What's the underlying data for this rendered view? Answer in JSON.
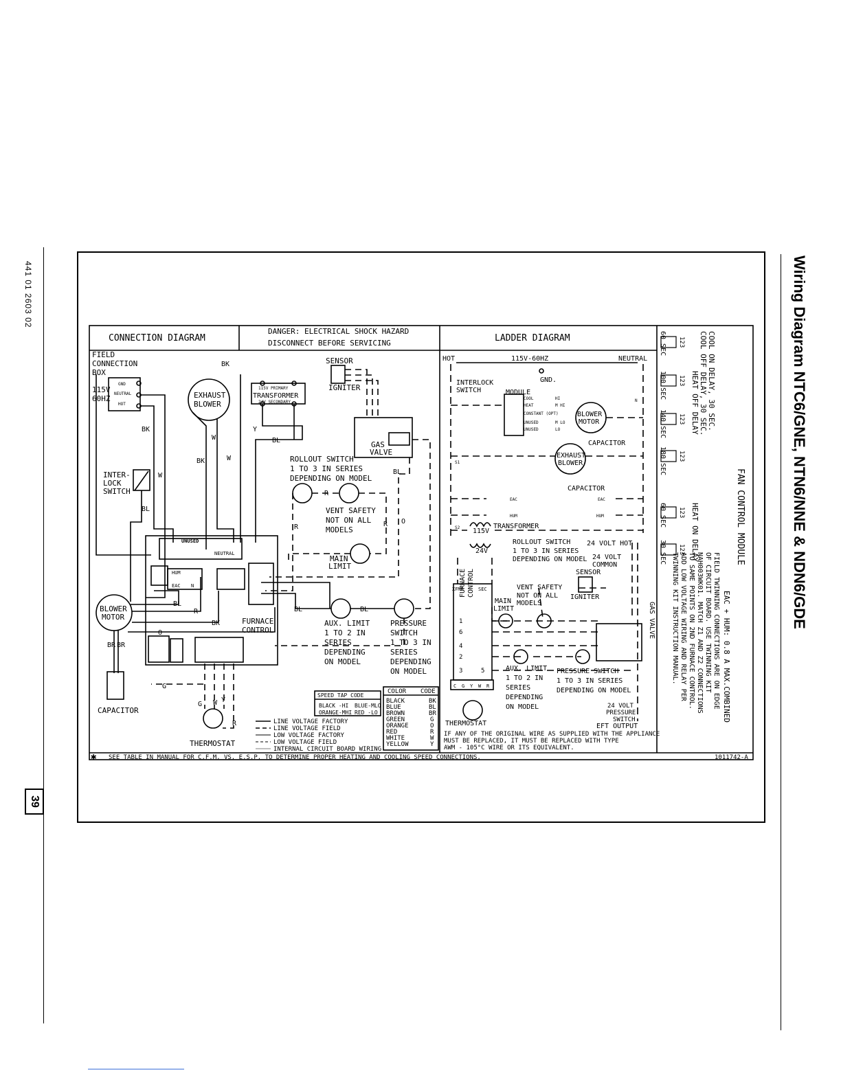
{
  "page": {
    "doc_code": "441 01 2603 02",
    "page_number": "39",
    "title": "Wiring Diagram NTC6/GNE, NTN6/NNE & NDN6/GDE"
  },
  "connection": {
    "title": "CONNECTION DIAGRAM",
    "danger_1": "DANGER: ELECTRICAL SHOCK HAZARD",
    "danger_2": "DISCONNECT BEFORE SERVICING",
    "field_box": [
      "FIELD",
      "CONNECTION",
      "BOX"
    ],
    "voltage": [
      "115V",
      "60HZ"
    ],
    "box_terms": [
      "GND",
      "NEUTRAL",
      "HOT"
    ],
    "exhaust_blower": [
      "EXHAUST",
      "BLOWER"
    ],
    "transformer": "TRANSFORMER",
    "xfmr_primary": "115V PRIMARY",
    "xfmr_secondary": "24V SECONDARY",
    "sensor": "SENSOR",
    "igniter": "IGNITER",
    "gas_valve": [
      "GAS",
      "VALVE"
    ],
    "rollout": [
      "ROLLOUT SWITCH",
      "1 TO 3 IN SERIES",
      "DEPENDING ON MODEL"
    ],
    "vent_safety": [
      "VENT SAFETY",
      "NOT ON ALL",
      "MODELS"
    ],
    "main_limit": [
      "MAIN",
      "LIMIT"
    ],
    "interlock": [
      "INTER-",
      "LOCK",
      "SWITCH"
    ],
    "unused": "UNUSED",
    "neutral": "NEUTRAL",
    "board_terms": [
      "EAC",
      "HUM",
      "N"
    ],
    "furnace_control": [
      "FURNACE",
      "CONTROL"
    ],
    "blower_motor": [
      "BLOWER",
      "MOTOR"
    ],
    "aux_limit": [
      "AUX. LIMIT",
      "1 TO 2 IN",
      "SERIES",
      "DEPENDING",
      "ON MODEL"
    ],
    "pressure_switch": [
      "PRESSURE",
      "SWITCH",
      "1 TO 3 IN",
      "SERIES",
      "DEPENDING",
      "ON MODEL"
    ],
    "capacitor": "CAPACITOR",
    "thermostat": "THERMOSTAT",
    "wire_labels": [
      "BK",
      "BK",
      "BK",
      "W",
      "W",
      "W",
      "BL",
      "BL",
      "BL",
      "BL",
      "Y",
      "R",
      "R",
      "R",
      "O",
      "G",
      "BR",
      "BR",
      "BK",
      "BL",
      "BL",
      "R",
      "O",
      "G",
      "W",
      "Y",
      "R"
    ],
    "speed_tap": {
      "title": "SPEED TAP CODE",
      "rows": [
        [
          "BLACK -HI",
          "BLUE-MLO"
        ],
        [
          "ORANGE-MHI",
          "RED  -LO"
        ]
      ]
    },
    "color_table": {
      "header": [
        "COLOR",
        "CODE"
      ],
      "rows": [
        [
          "BLACK",
          "BK"
        ],
        [
          "BLUE",
          "BL"
        ],
        [
          "BROWN",
          "BR"
        ],
        [
          "GREEN",
          "G"
        ],
        [
          "ORANGE",
          "O"
        ],
        [
          "RED",
          "R"
        ],
        [
          "WHITE",
          "W"
        ],
        [
          "YELLOW",
          "Y"
        ]
      ]
    },
    "legend": [
      "LINE VOLTAGE FACTORY",
      "LINE VOLTAGE FIELD",
      "LOW VOLTAGE FACTORY",
      "LOW VOLTAGE FIELD",
      "INTERNAL CIRCUIT BOARD WIRING"
    ]
  },
  "ladder": {
    "title": "LADDER DIAGRAM",
    "hot": "HOT",
    "voltage": "115V-60HZ",
    "neutral": "NEUTRAL",
    "gnd": "GND.",
    "interlock": [
      "INTERLOCK",
      "SWITCH"
    ],
    "module": "MODULE",
    "speeds": [
      "COOL",
      "HEAT",
      "CONSTANT (OPT)",
      "UNUSED",
      "UNUSED"
    ],
    "speed_codes": [
      "HI",
      "M HI",
      "M LO",
      "LO"
    ],
    "blower_motor": [
      "BLOWER",
      "MOTOR"
    ],
    "capacitor": "CAPACITOR",
    "exhaust_blower": [
      "EXHAUST",
      "BLOWER"
    ],
    "eac": "EAC",
    "hum": "HUM",
    "transformer": "TRANSFORMER",
    "v115": "115V",
    "v24": "24V",
    "rollout": [
      "ROLLOUT SWITCH",
      "1 TO 3 IN SERIES",
      "DEPENDING ON MODEL"
    ],
    "hot24": "24 VOLT HOT",
    "common24": [
      "24 VOLT",
      "COMMON"
    ],
    "sensor": "SENSOR",
    "igniter": "IGNITER",
    "vent_safety": [
      "VENT SAFETY",
      "NOT ON ALL",
      "MODELS"
    ],
    "main_limit": [
      "MAIN",
      "LIMIT"
    ],
    "furnace_control": [
      "FURNACE",
      "CONTROL"
    ],
    "xfmr_sec": [
      "XFMR",
      "SEC"
    ],
    "gas_valve": "GAS VALVE",
    "aux_limit": [
      "AUX. LIMIT",
      "1 TO 2 IN",
      "SERIES",
      "DEPENDING",
      "ON MODEL"
    ],
    "pressure_switch": [
      "PRESSURE SWITCH",
      "1 TO 3 IN SERIES",
      "DEPENDING ON MODEL"
    ],
    "pressure_24": [
      "24 VOLT",
      "PRESSURE",
      "SWITCH"
    ],
    "eft": "EFT OUTPUT",
    "thermostat": "THERMOSTAT",
    "thermostat_terms": [
      "C",
      "G",
      "Y",
      "W",
      "R"
    ],
    "s1": "S1",
    "s2": "S2",
    "n": "N",
    "node_numbers": [
      "1",
      "6",
      "4",
      "2",
      "3",
      "5"
    ],
    "note": [
      "IF ANY OF THE ORIGINAL WIRE AS SUPPLIED WITH THE APPLIANCE",
      "MUST BE REPLACED, IT MUST BE REPLACED WITH TYPE",
      "AWM - 105°C WIRE OR ITS EQUIVALENT."
    ]
  },
  "fan_module": {
    "title": "FAN CONTROL MODULE",
    "cool_on": "COOL ON DELAY, 30 SEC.",
    "cool_off": "COOL OFF DELAY, 30 SEC.",
    "heat_off": "HEAT OFF DELAY",
    "heat_off_settings": [
      "60 SEC",
      "100 SEC",
      "140 SEC",
      "180 SEC"
    ],
    "heat_on": "HEAT ON DELAY",
    "heat_on_settings": [
      "60 SEC",
      "30 SEC"
    ],
    "dip": "123",
    "eac_hum": "EAC + HUM: 0.8 A MAX.COMBINED",
    "twinning": [
      "FIELD TWINNING CONNECTIONS ARE ON EDGE",
      "OF CIRCUIT BOARD. USE TWINNING KIT",
      "NAH003WK01. MATCH Z1 AND Z2 CONNECTIONS",
      "TO SAME POINTS ON 2ND FURNACE CONTROL.",
      "ADD LOW VOLTAGE WIRING AND RELAY PER",
      "TWINNING KIT INSTRUCTION MANUAL."
    ]
  },
  "footer": {
    "note": "SEE TABLE IN MANUAL FOR C.F.M. VS. E.S.P. TO DETERMINE PROPER HEATING AND COOLING SPEED CONNECTIONS.",
    "part_no": "1011742-A"
  }
}
